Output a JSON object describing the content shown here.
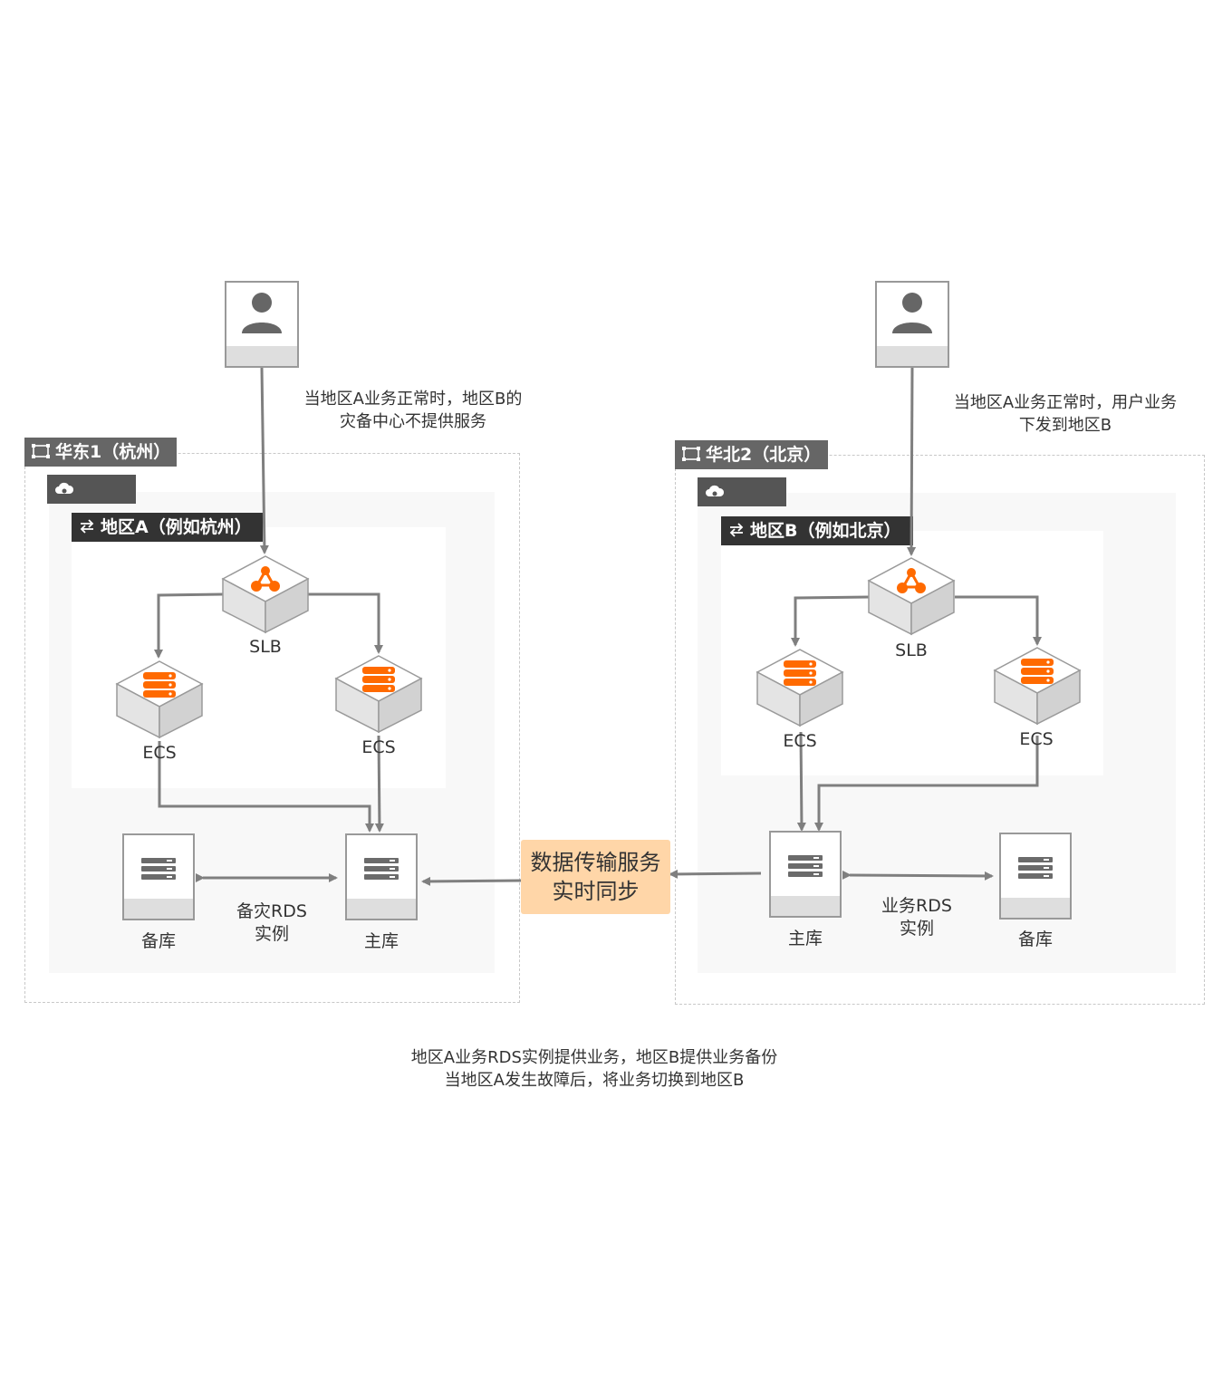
{
  "left": {
    "region_tag": "华东1（杭州）",
    "zone_tag": "地区A（例如杭州）",
    "slb_label": "SLB",
    "ecs_left_label": "ECS",
    "ecs_right_label": "ECS",
    "db_backup_label": "备库",
    "db_main_label": "主库",
    "rds_label_line1": "备灾RDS",
    "rds_label_line2": "实例",
    "note_line1": "当地区A业务正常时，地区B的",
    "note_line2": "灾备中心不提供服务"
  },
  "right": {
    "region_tag": "华北2（北京）",
    "zone_tag": "地区B（例如北京）",
    "slb_label": "SLB",
    "ecs_left_label": "ECS",
    "ecs_right_label": "ECS",
    "db_main_label": "主库",
    "db_backup_label": "备库",
    "rds_label_line1": "业务RDS",
    "rds_label_line2": "实例",
    "note_line1": "当地区A业务正常时，用户业务",
    "note_line2": "下发到地区B"
  },
  "dts": {
    "line1": "数据传输服务",
    "line2": "实时同步"
  },
  "footer": {
    "line1": "地区A业务RDS实例提供业务，地区B提供业务备份",
    "line2": "当地区A发生故障后，将业务切换到地区B"
  },
  "colors": {
    "accent": "#ff6a00",
    "wire": "#7f7f7f",
    "dts_fill": "#ffd6a8"
  },
  "icons": [
    "user-icon",
    "slb-icon",
    "ecs-icon",
    "database-icon",
    "region-icon",
    "vpc-cloud-icon",
    "zone-swap-icon"
  ]
}
